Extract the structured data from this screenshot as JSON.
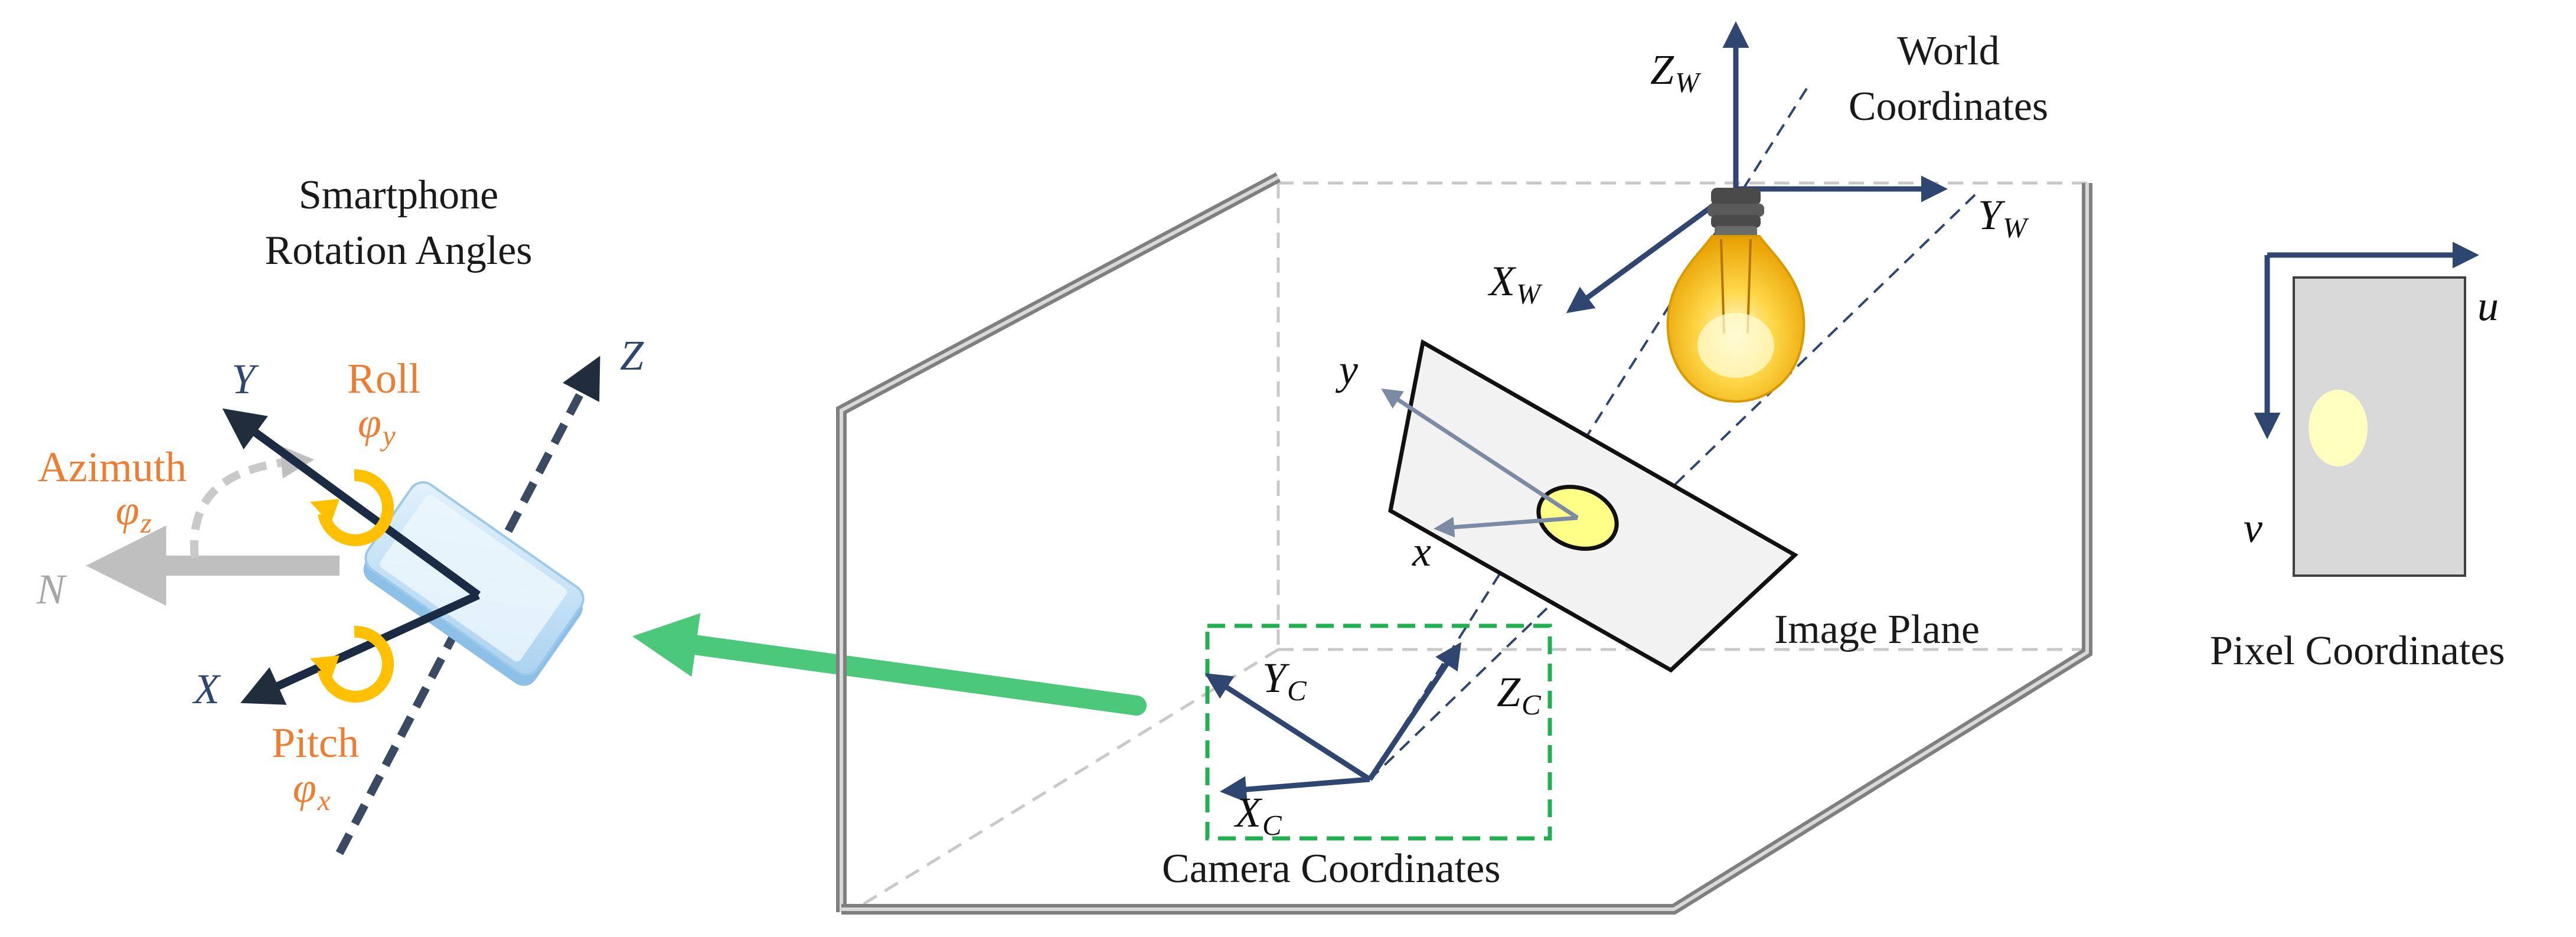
{
  "titles": {
    "smartphone_line1": "Smartphone",
    "smartphone_line2": "Rotation Angles",
    "world_line1": "World",
    "world_line2": "Coordinates",
    "image_plane": "Image Plane",
    "camera": "Camera Coordinates",
    "pixel": "Pixel Coordinates"
  },
  "phone_axes": {
    "y": "Y",
    "z": "Z",
    "x": "X",
    "n": "N"
  },
  "rotations": {
    "roll": "Roll",
    "roll_symbol": "φ",
    "roll_sub": "y",
    "azimuth": "Azimuth",
    "azimuth_symbol": "φ",
    "azimuth_sub": "z",
    "pitch": "Pitch",
    "pitch_symbol": "φ",
    "pitch_sub": "x"
  },
  "world_axes": {
    "z": "Z",
    "z_sub": "W",
    "y": "Y",
    "y_sub": "W",
    "x": "X",
    "x_sub": "W"
  },
  "image_axes": {
    "y": "y",
    "x": "x"
  },
  "camera_axes": {
    "y": "Y",
    "y_sub": "C",
    "z": "Z",
    "z_sub": "C",
    "x": "X",
    "x_sub": "C"
  },
  "pixel_axes": {
    "u": "u",
    "v": "v"
  },
  "colors": {
    "axis_dark": "#1f2d3d",
    "axis_blue": "#2f4670",
    "orange": "#ed7d31",
    "green_arrow": "#4bc87a",
    "camera_box": "#20b050",
    "wall": "#7f7f7f",
    "phone": "#a9d2ef",
    "bulb": "#ffc000",
    "spot": "#ffffc0"
  }
}
